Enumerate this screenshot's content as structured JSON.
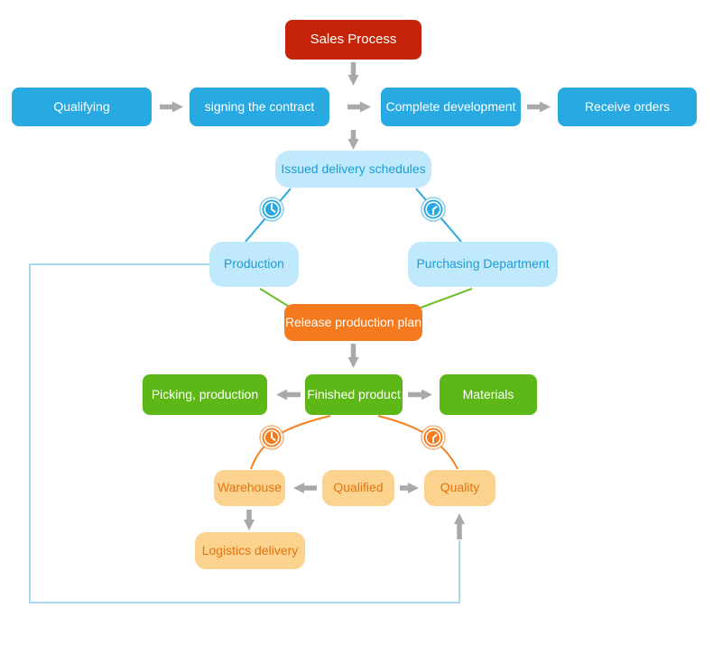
{
  "theme": {
    "bg": "#ffffff",
    "red": "#c42508",
    "blue": "#29a9e1",
    "light_blue": "#c0e9fb",
    "light_blue_text": "#1e9cd7",
    "green": "#5db716",
    "orange": "#f5791d",
    "tan": "#fbd28e",
    "tan_text": "#e6730f",
    "arrow_gray": "#a9a9a9",
    "line_blue": "#2ca6e0",
    "line_green": "#6abf27",
    "line_orange": "#f58020",
    "loop_blue": "#a8d8ef"
  },
  "flowchart": {
    "root": {
      "label": "Sales Process"
    },
    "sales_row": [
      {
        "label": "Qualifying"
      },
      {
        "label": "signing the contract"
      },
      {
        "label": "Complete development"
      },
      {
        "label": "Receive orders"
      }
    ],
    "schedule": {
      "label": "Issued delivery schedules"
    },
    "departments": [
      {
        "label": "Production"
      },
      {
        "label": "Purchasing Department"
      }
    ],
    "plan": {
      "label": "Release production plan"
    },
    "production_row": [
      {
        "label": "Picking, production"
      },
      {
        "label": "Finished product"
      },
      {
        "label": "Materials"
      }
    ],
    "qc_row": [
      {
        "label": "Warehouse"
      },
      {
        "label": "Qualified"
      },
      {
        "label": "Quality"
      }
    ],
    "delivery": {
      "label": "Logistics delivery"
    },
    "icons": [
      {
        "name": "clock-icon",
        "color": "blue"
      },
      {
        "name": "clock-icon",
        "color": "blue"
      },
      {
        "name": "clock-icon",
        "color": "orange"
      },
      {
        "name": "clock-icon",
        "color": "orange"
      }
    ]
  }
}
